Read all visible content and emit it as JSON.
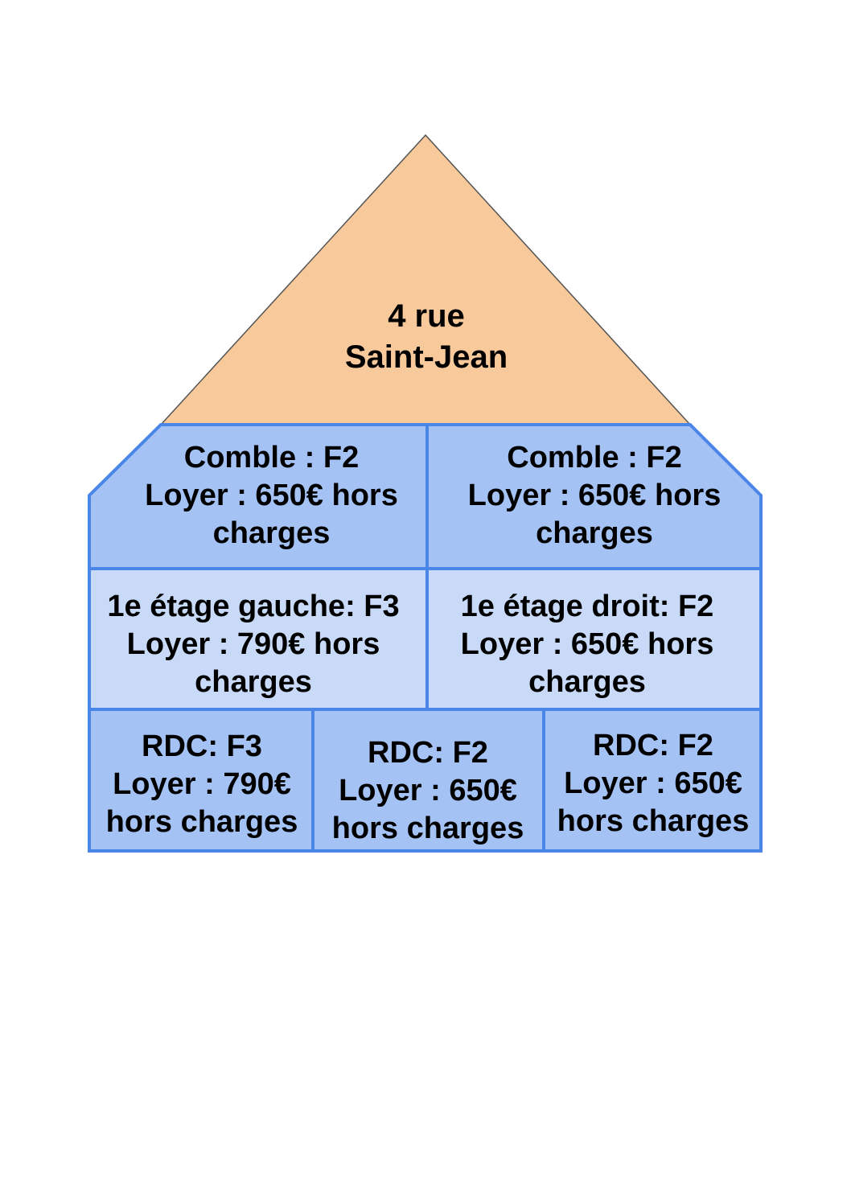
{
  "colors": {
    "roof_fill": "#f7c99b",
    "roof_stroke": "#555555",
    "upper_floor_fill": "#a4c2f4",
    "middle_floor_fill": "#c9daf8",
    "ground_floor_fill": "#a4c2f4",
    "wall_stroke": "#4a86e8"
  },
  "roof": {
    "line1": "4 rue",
    "line2": "Saint-Jean"
  },
  "attic": [
    {
      "title": "Comble : F2",
      "rent": "Loyer : 650€ hors",
      "rent2": "charges"
    },
    {
      "title": "Comble : F2",
      "rent": "Loyer : 650€ hors",
      "rent2": "charges"
    }
  ],
  "first_floor": [
    {
      "title": "1e étage gauche: F3",
      "rent": "Loyer : 790€ hors",
      "rent2": "charges"
    },
    {
      "title": "1e étage droit: F2",
      "rent": "Loyer : 650€ hors",
      "rent2": "charges"
    }
  ],
  "ground_floor": [
    {
      "title": "RDC: F3",
      "rent": "Loyer : 790€",
      "rent2": "hors charges"
    },
    {
      "title": "RDC: F2",
      "rent": "Loyer : 650€",
      "rent2": "hors charges"
    },
    {
      "title": "RDC: F2",
      "rent": "Loyer : 650€",
      "rent2": "hors charges"
    }
  ]
}
